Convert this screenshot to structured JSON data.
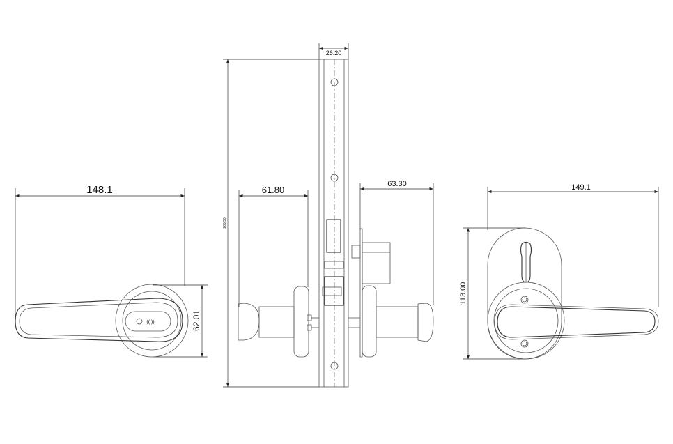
{
  "drawing": {
    "left_view": {
      "width_dim": "148.1",
      "height_dim": "62.01"
    },
    "side_view": {
      "total_height_dim": "265.50",
      "plate_width_dim": "26.20",
      "left_projection_dim": "61.80",
      "right_projection_dim": "63.30"
    },
    "right_view": {
      "width_dim": "149.1",
      "height_dim": "113.00"
    },
    "colors": {
      "line": "#555555",
      "dimension": "#333333",
      "background": "#ffffff"
    }
  }
}
